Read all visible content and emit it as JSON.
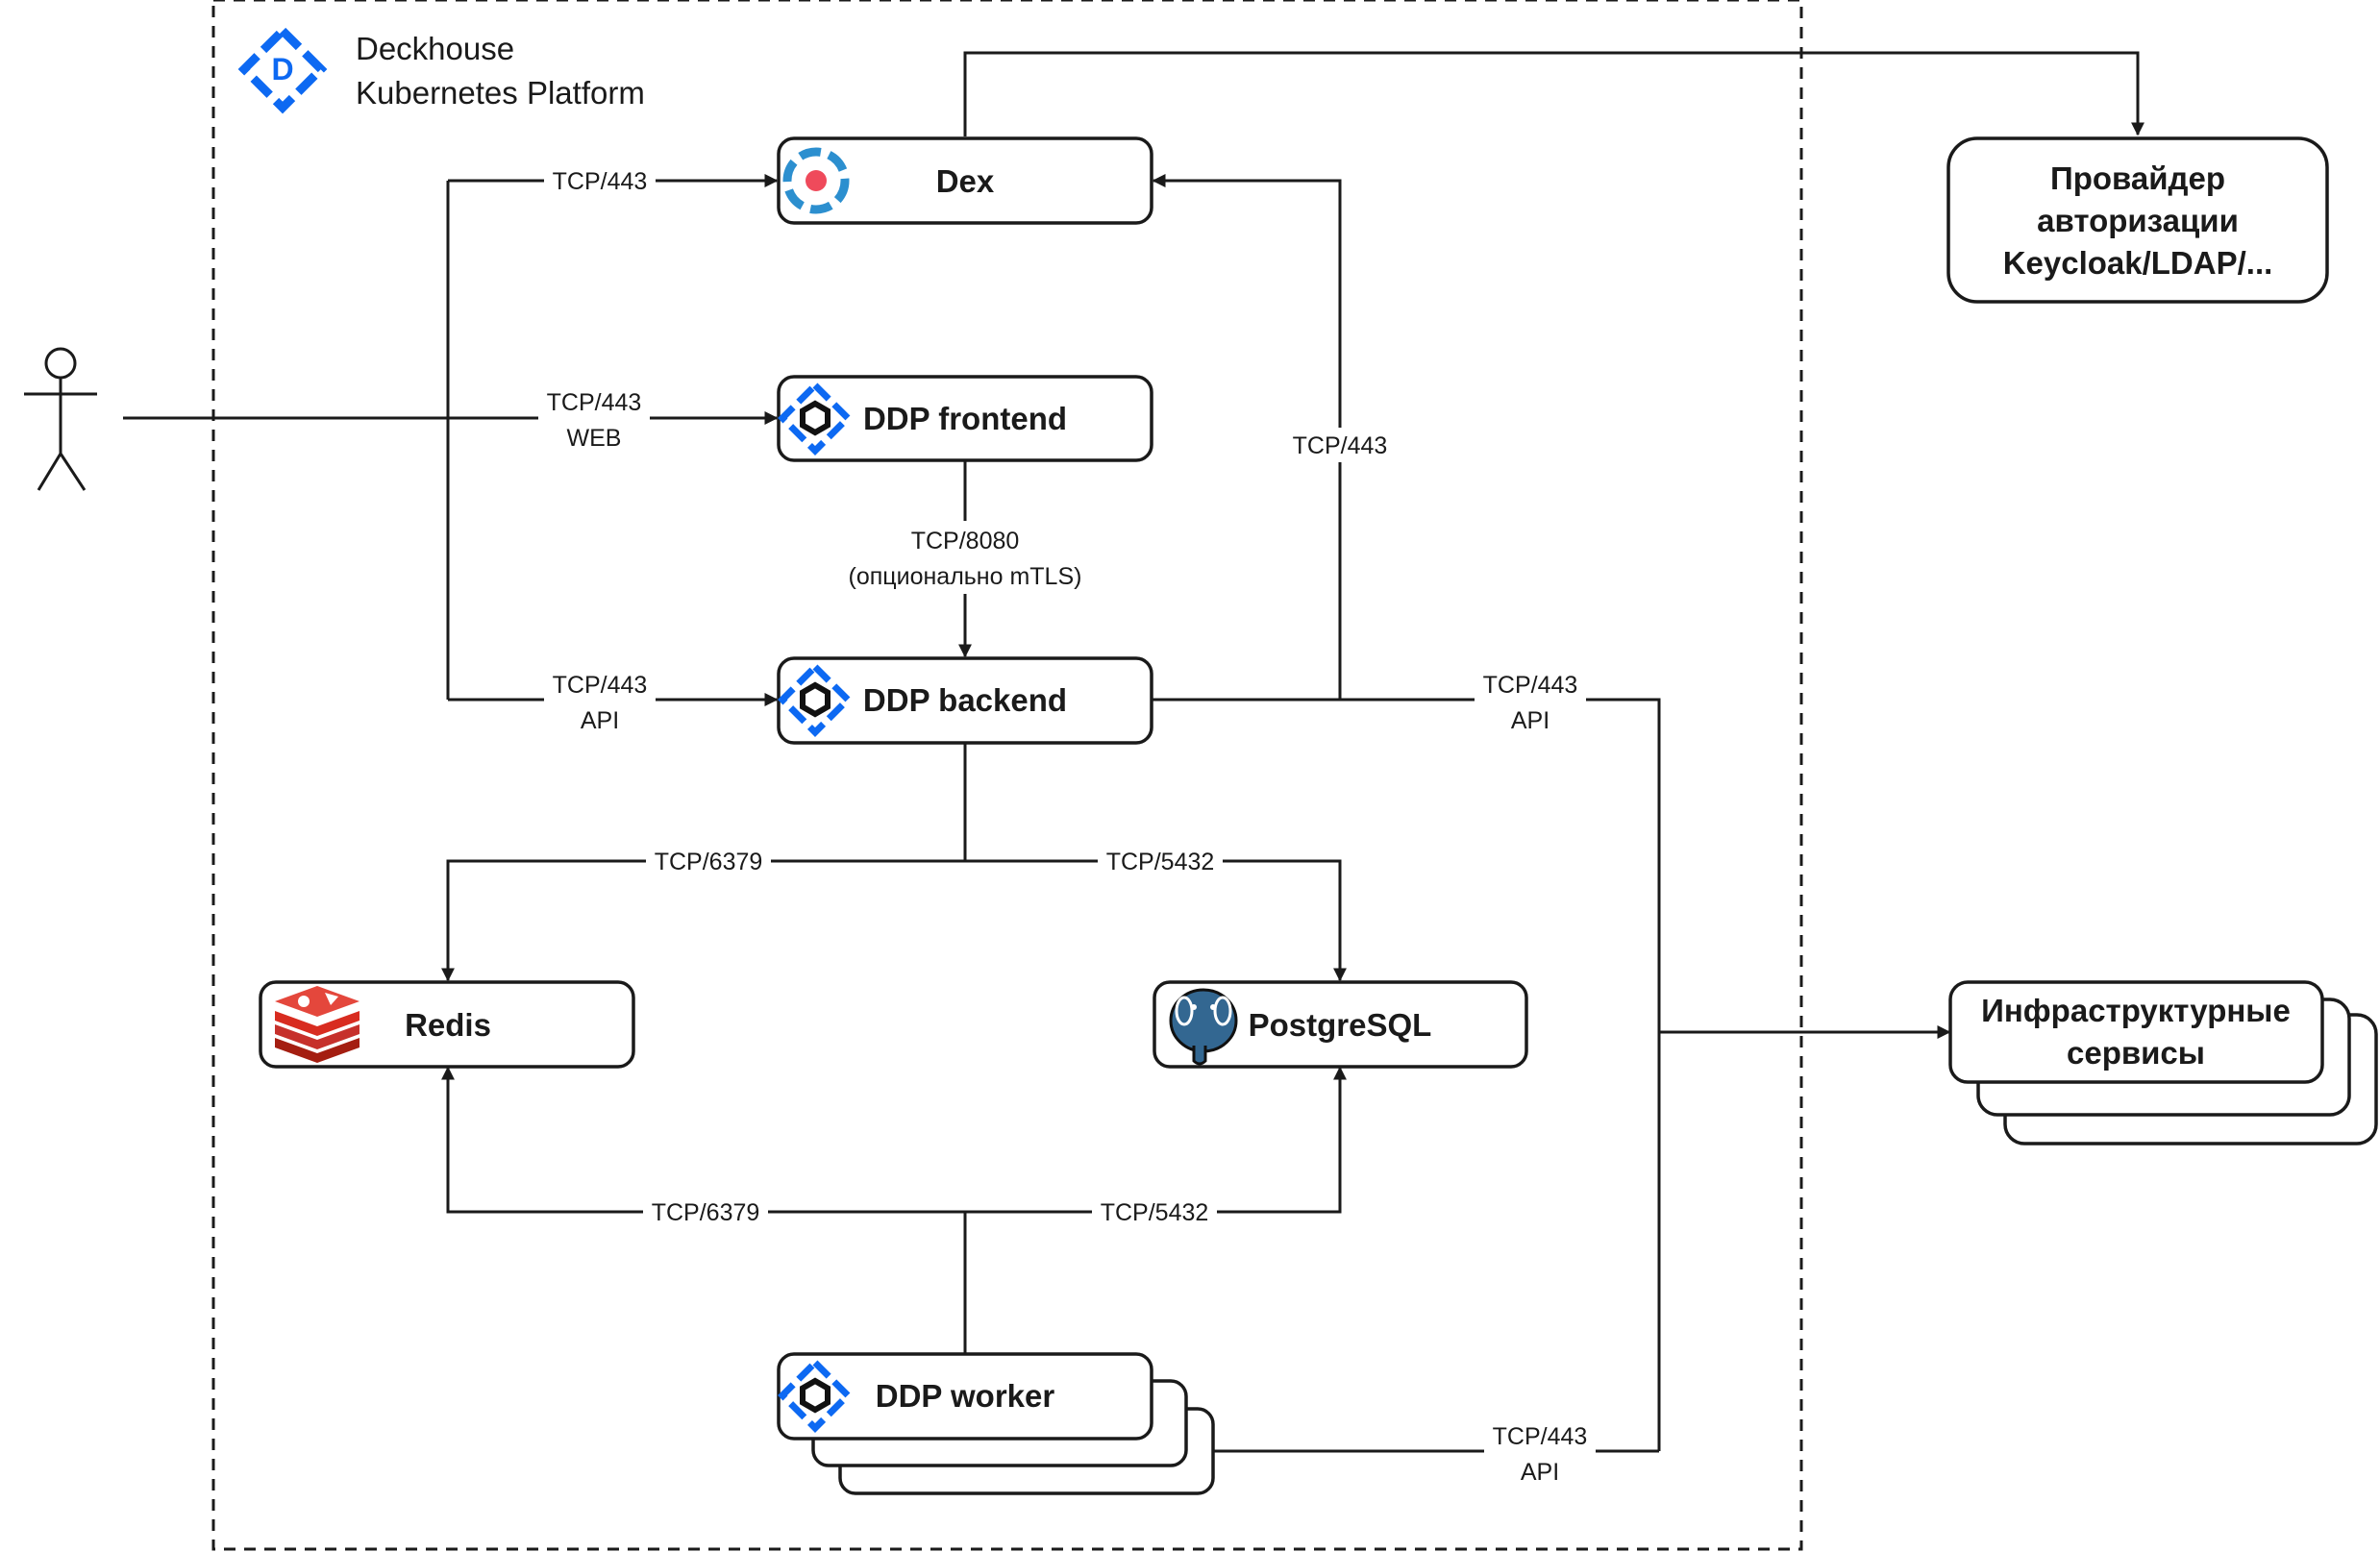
{
  "platform": {
    "name_line1": "Deckhouse",
    "name_line2": "Kubernetes Platform"
  },
  "nodes": {
    "dex": "Dex",
    "frontend": "DDP frontend",
    "backend": "DDP backend",
    "redis": "Redis",
    "postgres": "PostgreSQL",
    "worker": "DDP worker",
    "auth_line1": "Провайдер",
    "auth_line2": "авторизации",
    "auth_line3": "Keycloak/LDAP/...",
    "infra_line1": "Инфраструктурные",
    "infra_line2": "сервисы"
  },
  "edges": {
    "user_dex": "TCP/443",
    "user_frontend_1": "TCP/443",
    "user_frontend_2": "WEB",
    "user_backend_1": "TCP/443",
    "user_backend_2": "API",
    "frontend_backend_1": "TCP/8080",
    "frontend_backend_2": "(опционально mTLS)",
    "backend_dex": "TCP/443",
    "backend_infra_1": "TCP/443",
    "backend_infra_2": "API",
    "backend_redis": "TCP/6379",
    "backend_postgres": "TCP/5432",
    "worker_redis": "TCP/6379",
    "worker_postgres": "TCP/5432",
    "worker_infra_1": "TCP/443",
    "worker_infra_2": "API"
  },
  "colors": {
    "line": "#1a1a1a",
    "deckhouse_blue": "#0d69f2",
    "redis_red": "#d82c20",
    "postgres_blue": "#336791",
    "dex_blue": "#2c8fcf",
    "dex_red": "#ef4a5b"
  },
  "icons": [
    "deckhouse-logo-icon",
    "dex-icon",
    "ddp-icon",
    "redis-icon",
    "postgresql-icon",
    "user-icon"
  ]
}
